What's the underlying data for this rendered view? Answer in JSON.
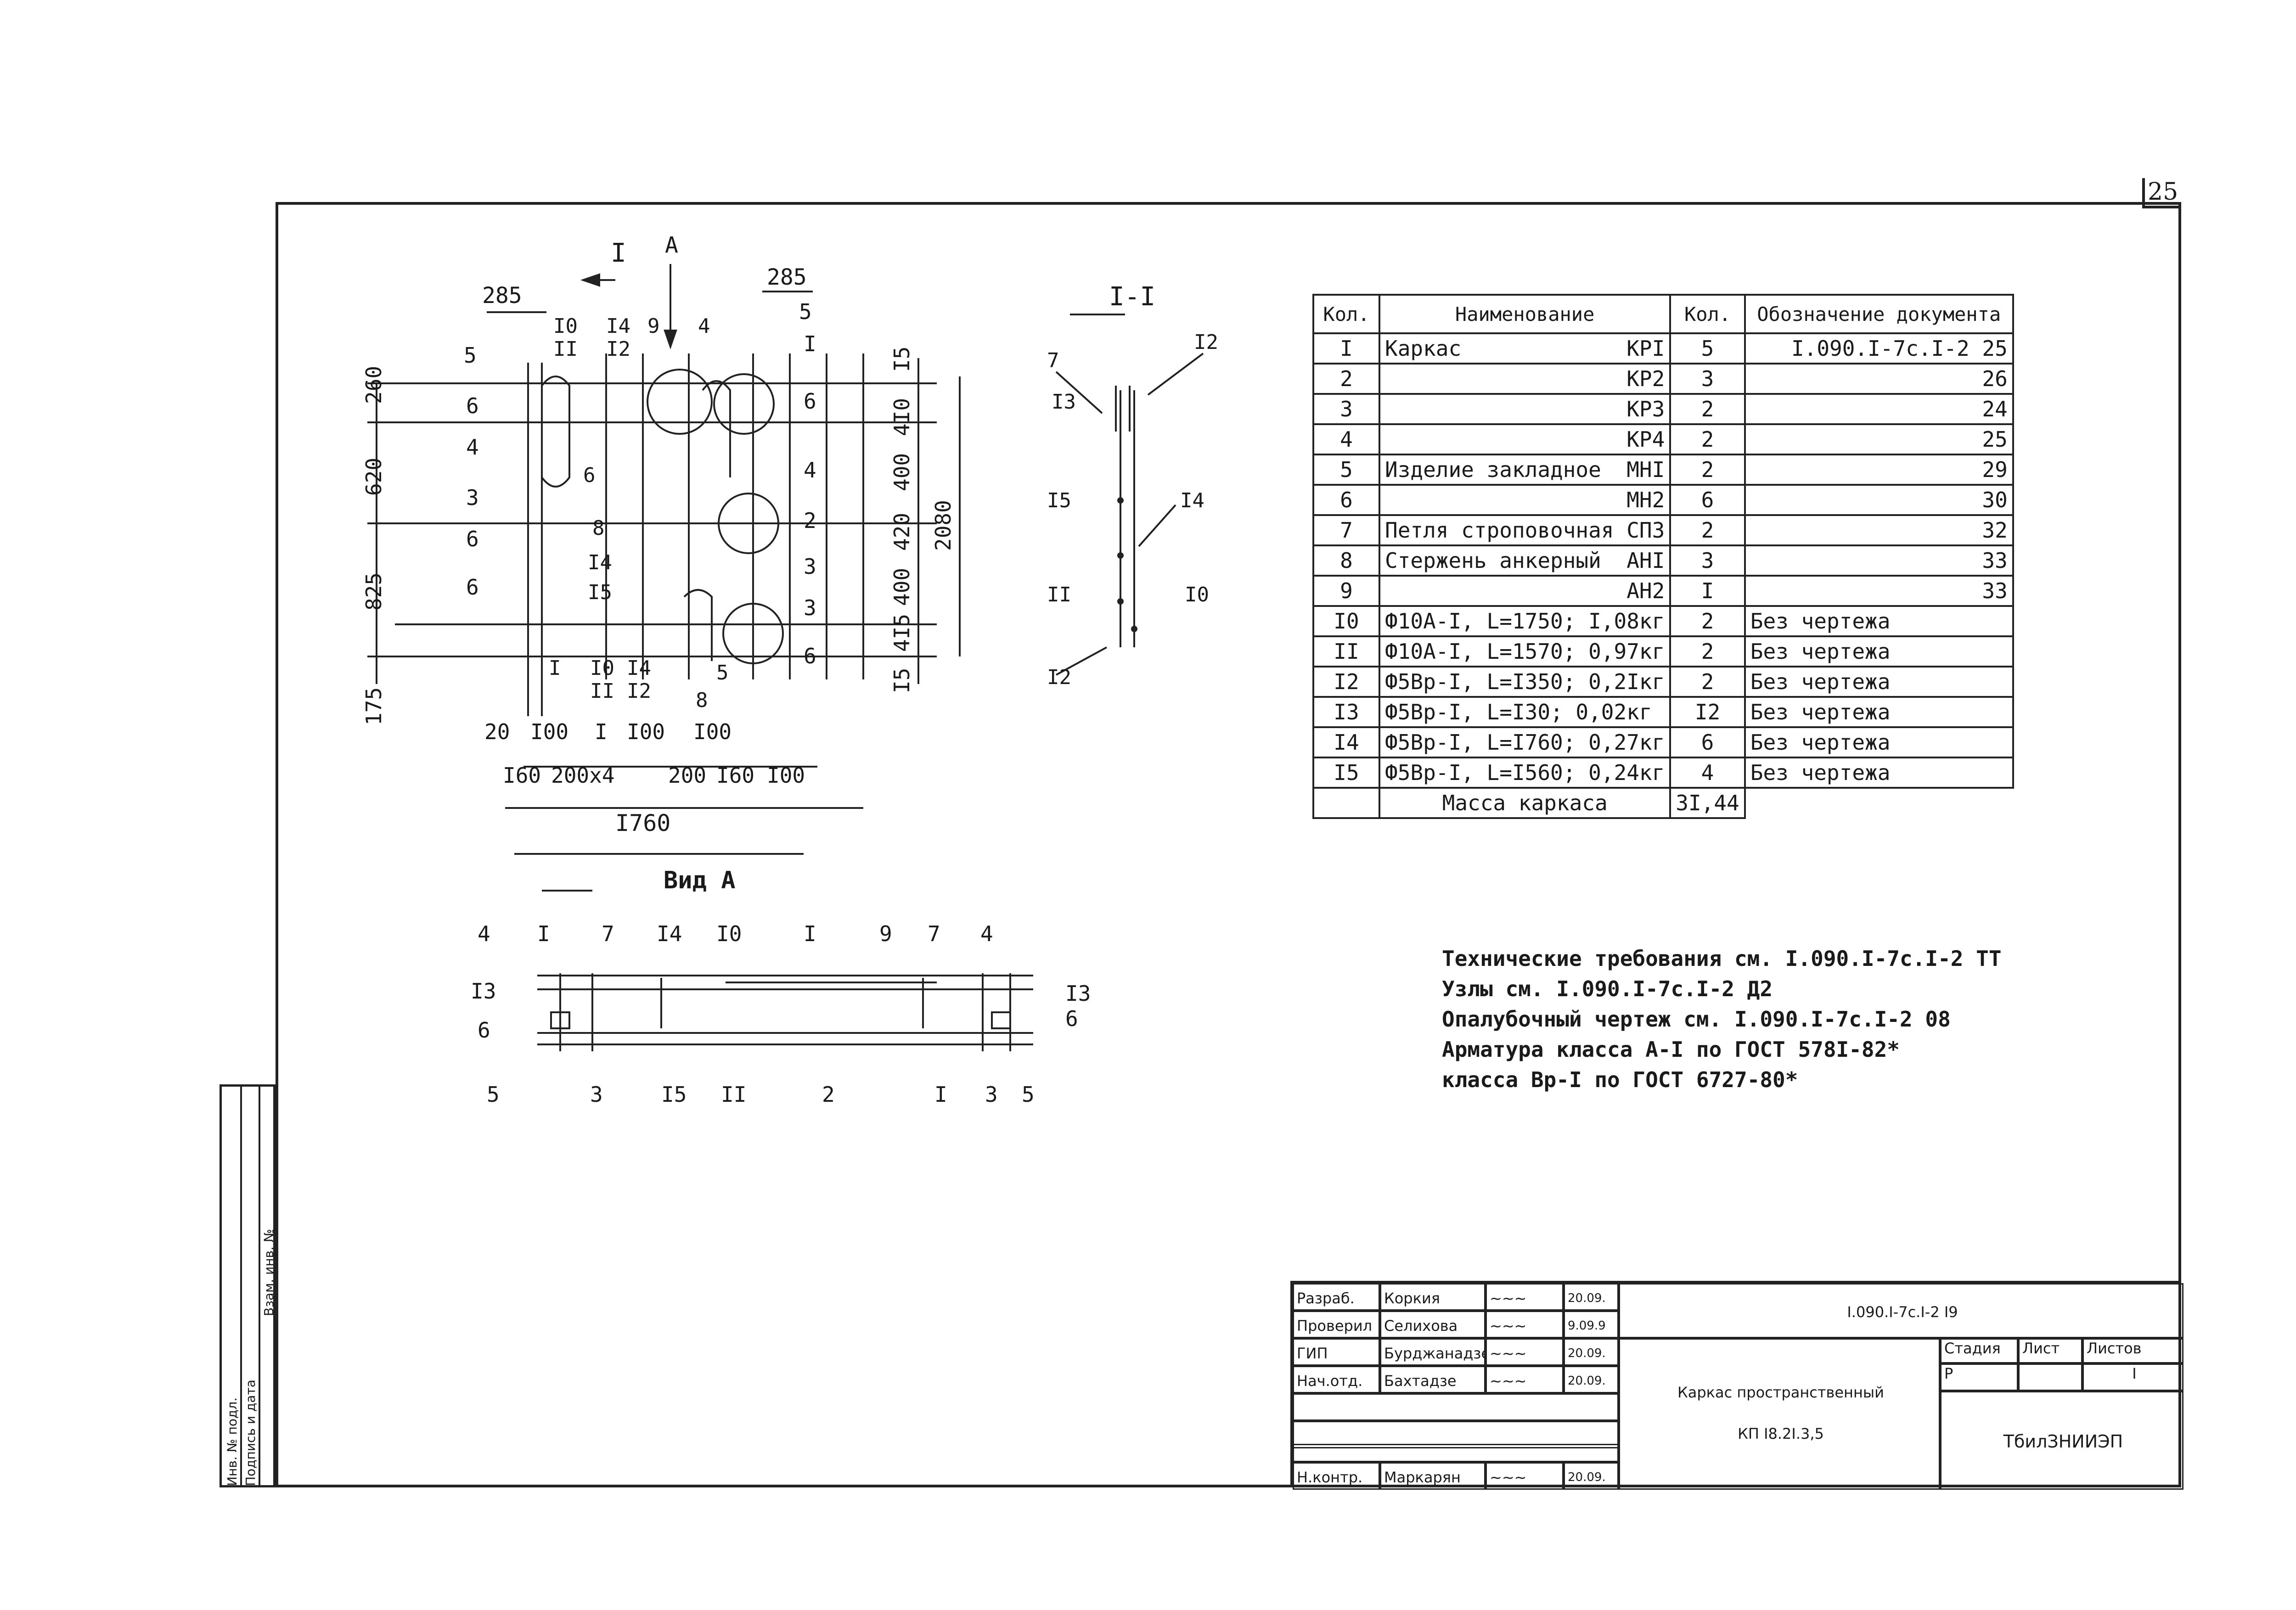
{
  "sheet": {
    "page_number": "25"
  },
  "side_stamp": {
    "labels": [
      "Инв. № подл.",
      "Подпись и дата",
      "Взам. инв. №"
    ]
  },
  "plan_view": {
    "section_mark": "I",
    "view_mark": "А",
    "dims_top_left": "285",
    "dims_top_right": "285",
    "dims_left": [
      "260",
      "620",
      "825",
      "175"
    ],
    "dims_right": [
      "I5",
      "4I0",
      "400",
      "420",
      "400",
      "4I5",
      "I5"
    ],
    "dim_overall_height": "2080",
    "dims_bottom_row1": [
      "20",
      "I00",
      "I",
      "I00",
      "I00"
    ],
    "dims_bottom_row2": [
      "I60",
      "200x4",
      "200",
      "I60",
      "I00"
    ],
    "dim_overall_width": "I760",
    "top_callouts": [
      "I0",
      "I4",
      "9",
      "4",
      "II",
      "I2"
    ],
    "bottom_callouts": [
      "I",
      "I0",
      "II",
      "I4",
      "I2",
      "5",
      "8"
    ],
    "left_callouts": [
      "5",
      "6",
      "4",
      "3",
      "6",
      "6"
    ],
    "right_callouts": [
      "5",
      "I",
      "6",
      "4",
      "2",
      "3",
      "3",
      "6"
    ],
    "inner_callouts": [
      "6",
      "8",
      "I4",
      "I5"
    ]
  },
  "section_view": {
    "title": "I-I",
    "callouts": [
      "7",
      "I2",
      "I3",
      "I5",
      "I4",
      "II",
      "I0",
      "I2"
    ]
  },
  "view_a": {
    "title": "Вид А",
    "top_callouts": [
      "4",
      "I",
      "7",
      "I4",
      "I0",
      "I",
      "9",
      "7",
      "4"
    ],
    "side_callouts_left": [
      "I3",
      "6"
    ],
    "side_callouts_right": [
      "I3",
      "6"
    ],
    "bottom_callouts": [
      "5",
      "3",
      "I5",
      "II",
      "2",
      "I",
      "3",
      "5"
    ]
  },
  "spec_table": {
    "headers": [
      "Кол.",
      "Наименование",
      "Кол.",
      "Обозначение документа"
    ],
    "rows": [
      {
        "pos": "I",
        "name": "Каркас",
        "mark": "КРI",
        "qty": "5",
        "doc": "I.090.I-7с.I-2 25"
      },
      {
        "pos": "2",
        "name": "",
        "mark": "КР2",
        "qty": "3",
        "doc": "26"
      },
      {
        "pos": "3",
        "name": "",
        "mark": "КР3",
        "qty": "2",
        "doc": "24"
      },
      {
        "pos": "4",
        "name": "",
        "mark": "КР4",
        "qty": "2",
        "doc": "25"
      },
      {
        "pos": "5",
        "name": "Изделие закладное",
        "mark": "МНI",
        "qty": "2",
        "doc": "29"
      },
      {
        "pos": "6",
        "name": "",
        "mark": "МН2",
        "qty": "6",
        "doc": "30"
      },
      {
        "pos": "7",
        "name": "Петля строповочная",
        "mark": "СП3",
        "qty": "2",
        "doc": "32"
      },
      {
        "pos": "8",
        "name": "Стержень анкерный",
        "mark": "АНI",
        "qty": "3",
        "doc": "33"
      },
      {
        "pos": "9",
        "name": "",
        "mark": "АН2",
        "qty": "I",
        "doc": "33"
      },
      {
        "pos": "I0",
        "name": "Ф10А-I, L=1750; I,08кг",
        "mark": "",
        "qty": "2",
        "doc": "Без чертежа"
      },
      {
        "pos": "II",
        "name": "Ф10А-I, L=1570; 0,97кг",
        "mark": "",
        "qty": "2",
        "doc": "Без чертежа"
      },
      {
        "pos": "I2",
        "name": "Ф5Вр-I, L=I350; 0,2Iкг",
        "mark": "",
        "qty": "2",
        "doc": "Без чертежа"
      },
      {
        "pos": "I3",
        "name": "Ф5Вр-I, L=I30; 0,02кг",
        "mark": "",
        "qty": "I2",
        "doc": "Без чертежа"
      },
      {
        "pos": "I4",
        "name": "Ф5Вр-I, L=I760; 0,27кг",
        "mark": "",
        "qty": "6",
        "doc": "Без чертежа"
      },
      {
        "pos": "I5",
        "name": "Ф5Вр-I, L=I560; 0,24кг",
        "mark": "",
        "qty": "4",
        "doc": "Без чертежа"
      }
    ],
    "total_label": "Масса каркаса",
    "total_value": "3I,44"
  },
  "notes": [
    "Технические требования см.  I.090.I-7с.I-2 ТТ",
    "Узлы  см.  I.090.I-7с.I-2 Д2",
    "Опалубочный чертеж см. I.090.I-7с.I-2 08",
    "Арматура класса А-I по ГОСТ 578I-82*",
    "          класса Вр-I по ГОСТ 6727-80*"
  ],
  "title_block": {
    "roles": [
      "Разраб.",
      "Проверил",
      "ГИП",
      "Нач.отд.",
      "Н.контр."
    ],
    "names": [
      "Коркия",
      "Селихова",
      "Бурджанадзе",
      "Бахтадзе",
      "Маркарян"
    ],
    "dates": [
      "20.09.",
      "9.09.9",
      "20.09.",
      "20.09.",
      "20.09."
    ],
    "doc_code": "I.090.I-7с.I-2 I9",
    "item_title": "Каркас пространственный",
    "item_mark": "КП I8.2I.3,5",
    "stage_label": "Стадия",
    "sheet_label": "Лист",
    "sheets_label": "Листов",
    "stage_value": "Р",
    "sheets_value": "I",
    "org": "ТбилЗНИИЭП"
  }
}
